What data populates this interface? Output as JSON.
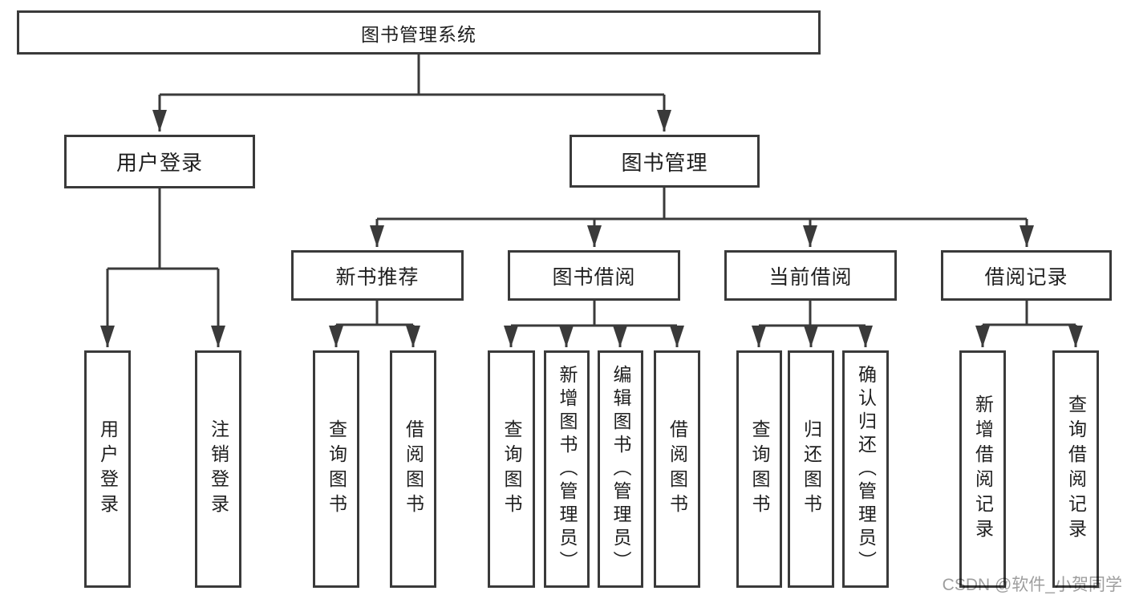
{
  "diagram": {
    "root": {
      "label": "图书管理系统"
    },
    "branches": {
      "user_login": {
        "label": "用户登录",
        "children": {
          "login": {
            "label": "用户登录"
          },
          "logout": {
            "label": "注销登录"
          }
        }
      },
      "book_management": {
        "label": "图书管理",
        "children": {
          "new_book_recommend": {
            "label": "新书推荐",
            "children": {
              "query_books": {
                "label": "查询图书"
              },
              "borrow_books": {
                "label": "借阅图书"
              }
            }
          },
          "book_borrowing": {
            "label": "图书借阅",
            "children": {
              "query_books": {
                "label": "查询图书"
              },
              "add_books_admin": {
                "label": "新增图书（管理员）"
              },
              "edit_books_admin": {
                "label": "编辑图书（管理员）"
              },
              "borrow_books": {
                "label": "借阅图书"
              }
            }
          },
          "current_borrowing": {
            "label": "当前借阅",
            "children": {
              "query_books": {
                "label": "查询图书"
              },
              "return_books": {
                "label": "归还图书"
              },
              "confirm_return_admin": {
                "label": "确认归还（管理员）"
              }
            }
          },
          "borrowing_records": {
            "label": "借阅记录",
            "children": {
              "add_borrow_record": {
                "label": "新增借阅记录"
              },
              "query_borrow_record": {
                "label": "查询借阅记录"
              }
            }
          }
        }
      }
    }
  },
  "watermark": {
    "text": "CSDN @软件_小贺同学"
  },
  "colors": {
    "line": "#3a3a3a",
    "box_background": "#ffffff",
    "text": "#1f1f1f",
    "watermark_gray": "#8d8d8d"
  }
}
